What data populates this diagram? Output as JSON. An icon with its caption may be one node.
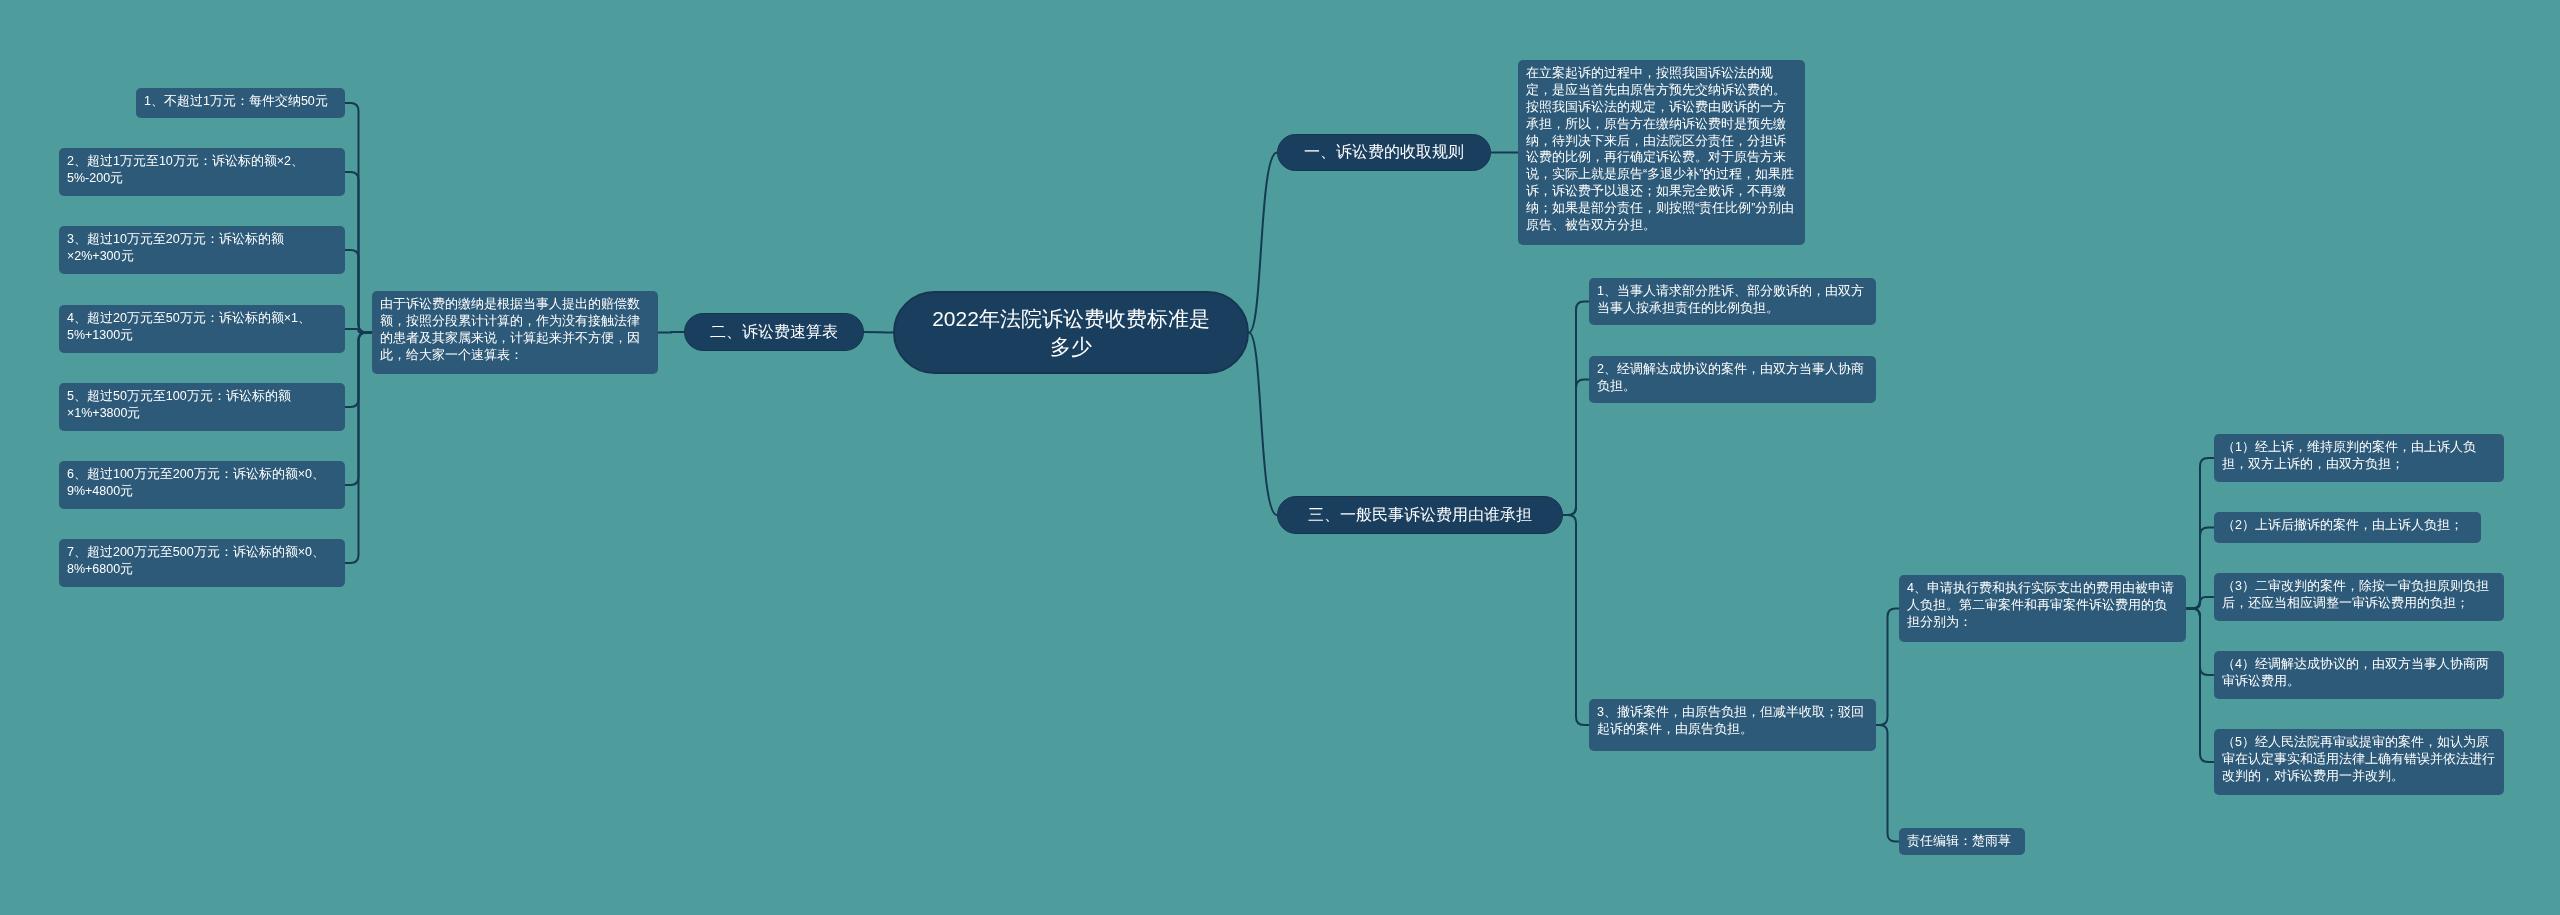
{
  "diagram": {
    "nodes": [
      {
        "text": [
          "2022年法院诉讼费收费标准是多少"
        ]
      },
      {
        "text": [
          "一、诉讼费的收取规则"
        ]
      },
      {
        "text": [
          "在立案起诉的过程中，按照我国诉讼法的规定，是应当首先由原告方预先交纳诉讼费的。按照我国诉讼法的规定，诉讼费由败诉的一方承担，所以，原告方在缴纳诉讼费时是预先缴纳，待判决下来后，由法院区分责任，分担诉讼费的比例，再行确定诉讼费。对于原告方来说，实际上就是原告“多退少补”的过程，如果胜诉，诉讼费予以退还；如果完全败诉，不再缴纳；如果是部分责任，则按照“责任比例”分别由原告、被告双方分担。"
        ]
      },
      {
        "text": [
          "二、诉讼费速算表"
        ]
      },
      {
        "text": [
          "由于诉讼费的缴纳是根据当事人提出的赔偿数额，按照分段累计计算的，作为没有接触法律的患者及其家属来说，计算起来并不方便，因此，给大家一个速算表："
        ]
      },
      {
        "text": [
          "1、不超过1万元：每件交纳50元"
        ]
      },
      {
        "text": [
          "2、超过1万元至10万元：诉讼标的额×2、5%-200元"
        ]
      },
      {
        "text": [
          "3、超过10万元至20万元：诉讼标的额×2%+300元"
        ]
      },
      {
        "text": [
          "4、超过20万元至50万元：诉讼标的额×1、5%+1300元"
        ]
      },
      {
        "text": [
          "5、超过50万元至100万元：诉讼标的额×1%+3800元"
        ]
      },
      {
        "text": [
          "6、超过100万元至200万元：诉讼标的额×0、9%+4800元"
        ]
      },
      {
        "text": [
          "7、超过200万元至500万元：诉讼标的额×0、8%+6800元"
        ]
      },
      {
        "text": [
          "三、一般民事诉讼费用由谁承担"
        ]
      },
      {
        "text": [
          "1、当事人请求部分胜诉、部分败诉的，由双方当事人按承担责任的比例负担。"
        ]
      },
      {
        "text": [
          "2、经调解达成协议的案件，由双方当事人协商负担。"
        ]
      },
      {
        "text": [
          "3、撤诉案件，由原告负担，但减半收取；驳回起诉的案件，由原告负担。"
        ]
      },
      {
        "text": [
          "4、申请执行费和执行实际支出的费用由被申请人负担。第二审案件和再审案件诉讼费用的负担分别为："
        ]
      },
      {
        "text": [
          "（1）经上诉，维持原判的案件，由上诉人负担，双方上诉的，由双方负担；"
        ]
      },
      {
        "text": [
          "（2）上诉后撤诉的案件，由上诉人负担；"
        ]
      },
      {
        "text": [
          "（3）二审改判的案件，除按一审负担原则负担后，还应当相应调整一审诉讼费用的负担；"
        ]
      },
      {
        "text": [
          "（4）经调解达成协议的，由双方当事人协商两审诉讼费用。"
        ]
      },
      {
        "text": [
          "（5）经人民法院再审或提审的案件，如认为原审在认定事实和适用法律上确有错误并依法进行改判的，对诉讼费用一并改判。"
        ]
      },
      {
        "text": [
          "责任编辑：楚雨荨"
        ]
      }
    ],
    "edges": [
      {
        "from": 0,
        "to": 1,
        "arrow": "none"
      },
      {
        "from": 1,
        "to": 2,
        "arrow": "none"
      },
      {
        "from": 0,
        "to": 3,
        "arrow": "none"
      },
      {
        "from": 3,
        "to": 4,
        "arrow": "none"
      },
      {
        "from": 4,
        "to": 5,
        "arrow": "none"
      },
      {
        "from": 4,
        "to": 6,
        "arrow": "none"
      },
      {
        "from": 4,
        "to": 7,
        "arrow": "none"
      },
      {
        "from": 4,
        "to": 8,
        "arrow": "none"
      },
      {
        "from": 4,
        "to": 9,
        "arrow": "none"
      },
      {
        "from": 4,
        "to": 10,
        "arrow": "none"
      },
      {
        "from": 4,
        "to": 11,
        "arrow": "none"
      },
      {
        "from": 0,
        "to": 12,
        "arrow": "none"
      },
      {
        "from": 12,
        "to": 13,
        "arrow": "none"
      },
      {
        "from": 12,
        "to": 14,
        "arrow": "none"
      },
      {
        "from": 12,
        "to": 15,
        "arrow": "none"
      },
      {
        "from": 15,
        "to": 16,
        "arrow": "none"
      },
      {
        "from": 16,
        "to": 17,
        "arrow": "none"
      },
      {
        "from": 16,
        "to": 18,
        "arrow": "none"
      },
      {
        "from": 16,
        "to": 19,
        "arrow": "none"
      },
      {
        "from": 16,
        "to": 20,
        "arrow": "none"
      },
      {
        "from": 16,
        "to": 21,
        "arrow": "none"
      },
      {
        "from": 15,
        "to": 22,
        "arrow": "none"
      }
    ]
  }
}
